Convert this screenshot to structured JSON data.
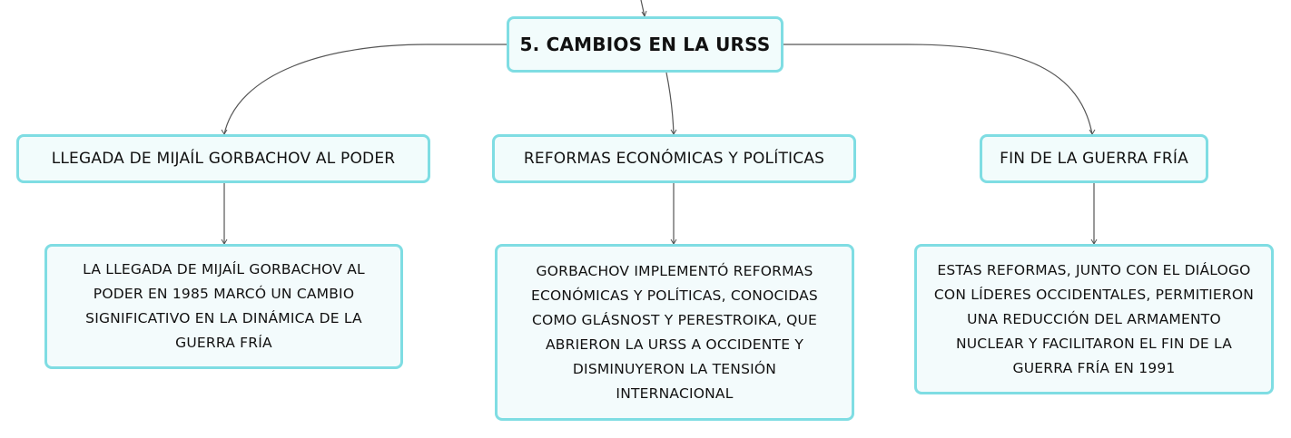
{
  "root": {
    "label": "5. CAMBIOS EN LA URSS"
  },
  "topics": [
    {
      "label": "LLEGADA DE MIJAÍL GORBACHOV AL PODER",
      "detail": "LA LLEGADA DE MIJAÍL GORBACHOV AL PODER EN 1985 MARCÓ UN CAMBIO SIGNIFICATIVO EN LA DINÁMICA DE LA GUERRA FRÍA"
    },
    {
      "label": "REFORMAS ECONÓMICAS Y POLÍTICAS",
      "detail": "GORBACHOV IMPLEMENTÓ REFORMAS ECONÓMICAS Y POLÍTICAS, CONOCIDAS COMO GLÁSNOST Y PERESTROIKA, QUE ABRIERON LA URSS A OCCIDENTE Y DISMINUYERON LA TENSIÓN INTERNACIONAL"
    },
    {
      "label": "FIN DE LA GUERRA FRÍA",
      "detail": "ESTAS REFORMAS, JUNTO CON EL DIÁLOGO CON LÍDERES OCCIDENTALES, PERMITIERON UNA REDUCCIÓN DEL ARMAMENTO NUCLEAR Y FACILITARON EL FIN DE LA GUERRA FRÍA EN 1991"
    }
  ],
  "colors": {
    "node_border": "#7fdde3",
    "node_fill": "#f2fcfc",
    "connector": "#555555"
  }
}
